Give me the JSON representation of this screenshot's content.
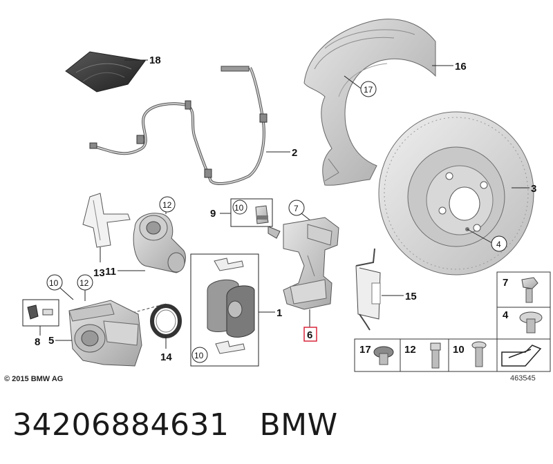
{
  "callouts": {
    "c1": "1",
    "c2": "2",
    "c3": "3",
    "c4": "4",
    "c5": "5",
    "c6": "6",
    "c7": "7",
    "c8": "8",
    "c9": "9",
    "c10": "10",
    "c11": "11",
    "c12": "12",
    "c13": "13",
    "c14": "14",
    "c15": "15",
    "c16": "16",
    "c17": "17",
    "c18": "18"
  },
  "legend_labels": {
    "l7": "7",
    "l4": "4",
    "l17": "17",
    "l12": "12",
    "l10": "10"
  },
  "highlight_color": "#d9253a",
  "copyright": "© 2015 BMW AG",
  "diagram_number": "463545",
  "footer": {
    "part_number": "34206884631",
    "brand": "BMW"
  }
}
